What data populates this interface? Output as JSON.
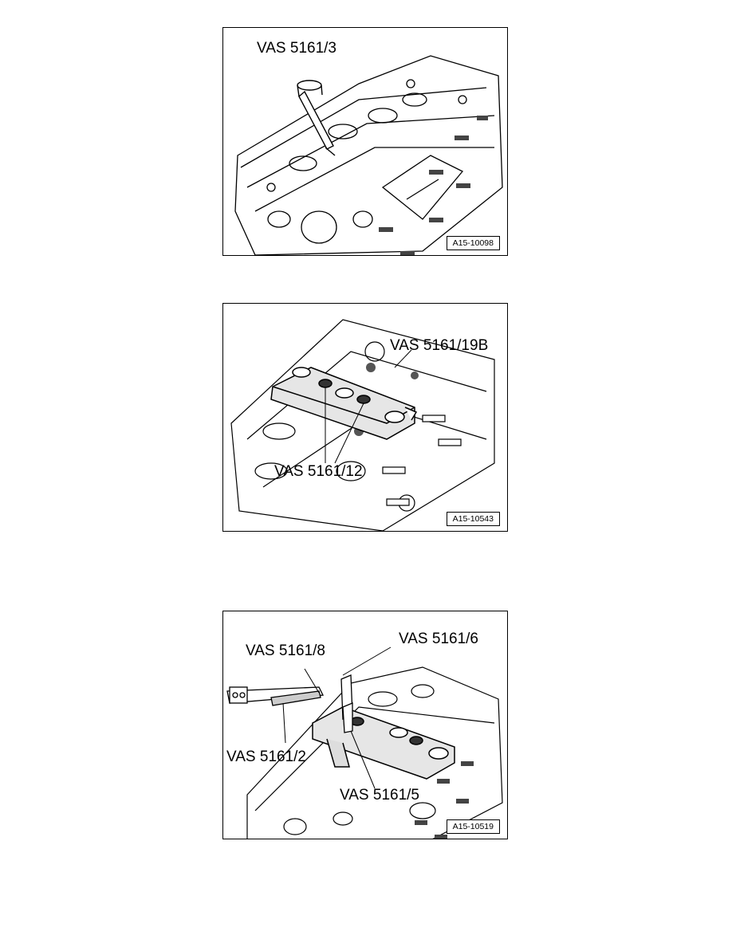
{
  "figures": [
    {
      "callouts": [
        "VAS 5161/3"
      ],
      "figure_id": "A15-10098"
    },
    {
      "callouts": [
        "VAS 5161/19B",
        "VAS 5161/12"
      ],
      "figure_id": "A15-10543"
    },
    {
      "callouts": [
        "VAS 5161/6",
        "VAS 5161/8",
        "VAS 5161/2",
        "VAS 5161/5"
      ],
      "figure_id": "A15-10519"
    }
  ]
}
